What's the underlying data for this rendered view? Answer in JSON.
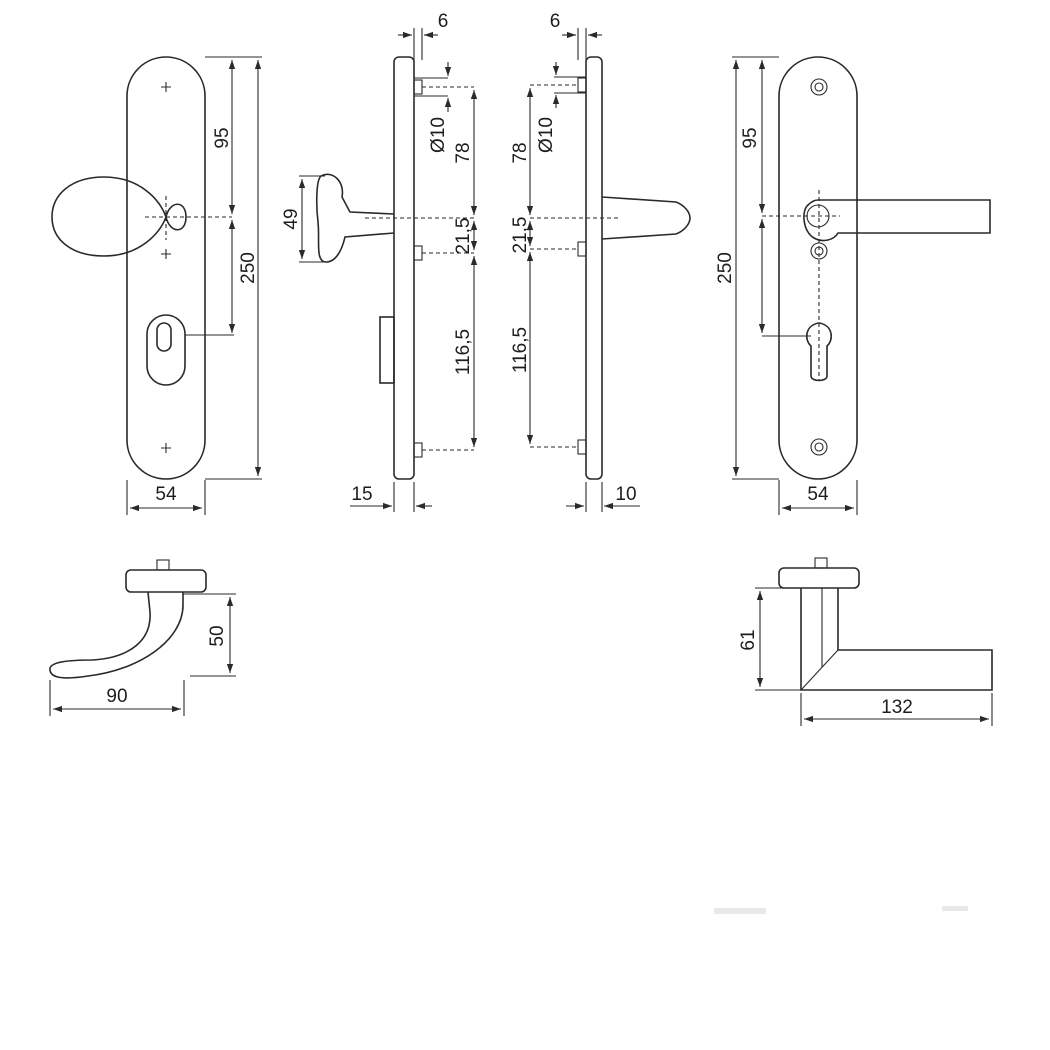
{
  "drawing": {
    "front_knob_plate": {
      "dim_upper": "95",
      "dim_total": "250",
      "dim_width": "54"
    },
    "side_knob_view": {
      "dim_knob": "49",
      "dim_top": "6",
      "dim_hole": "Ø10",
      "dim_pitch_a": "78",
      "dim_pitch_b": "21,5",
      "dim_pitch_c": "116,5",
      "dim_depth": "15"
    },
    "side_lever_view": {
      "dim_top": "6",
      "dim_hole": "Ø10",
      "dim_pitch_a": "78",
      "dim_pitch_b": "21,5",
      "dim_pitch_c": "116,5",
      "dim_depth": "10"
    },
    "front_lever_plate": {
      "dim_upper": "95",
      "dim_total": "250",
      "dim_width": "54"
    },
    "top_knob_lever": {
      "dim_height": "50",
      "dim_length": "90"
    },
    "top_straight_lever": {
      "dim_height": "61",
      "dim_length": "132"
    }
  }
}
